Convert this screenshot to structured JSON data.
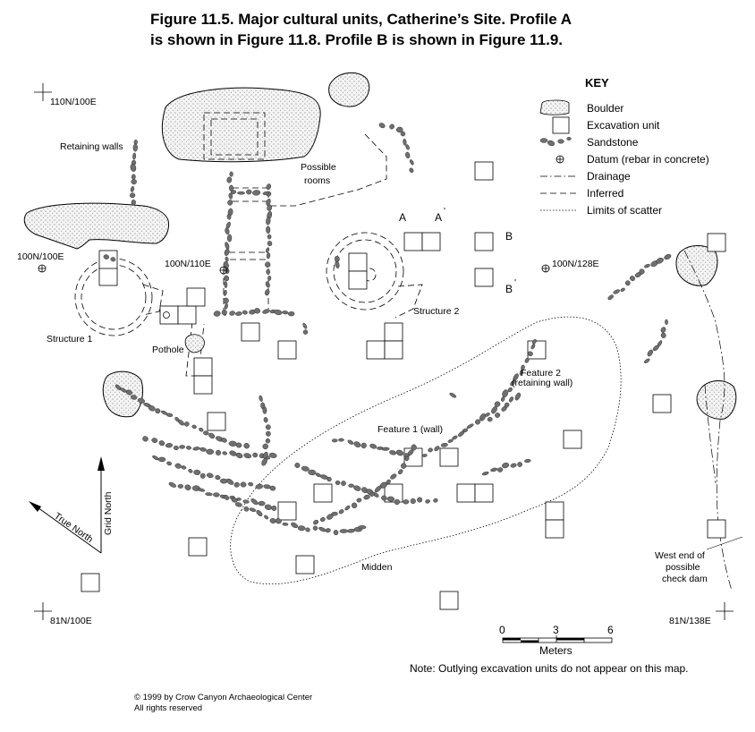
{
  "title": {
    "line1": "Figure 11.5.  Major cultural units, Catherine’s Site.  Profile A",
    "line2": "is shown in Figure 11.8.  Profile B is shown in Figure 11.9."
  },
  "key": {
    "title": "KEY",
    "items": [
      {
        "label": "Boulder",
        "symbol": "boulder"
      },
      {
        "label": "Excavation unit",
        "symbol": "square"
      },
      {
        "label": "Sandstone",
        "symbol": "sandstone"
      },
      {
        "label": "Datum (rebar in concrete)",
        "symbol": "datum"
      },
      {
        "label": "Drainage",
        "symbol": "dash-dot-line"
      },
      {
        "label": "Inferred",
        "symbol": "dashed-line"
      },
      {
        "label": "Limits of scatter",
        "symbol": "dotted-line"
      }
    ]
  },
  "grid_points": {
    "nw": "110N/100E",
    "w": "100N/100E",
    "c": "100N/110E",
    "e": "100N/128E",
    "sw": "81N/100E",
    "se": "81N/138E"
  },
  "labels": {
    "retaining_walls": "Retaining walls",
    "possible_rooms_1": "Possible",
    "possible_rooms_2": "rooms",
    "structure_1": "Structure 1",
    "structure_2": "Structure 2",
    "pothole": "Pothole",
    "feature_1": "Feature 1 (wall)",
    "feature_2_1": "Feature 2",
    "feature_2_2": "(retaining wall)",
    "midden": "Midden",
    "check_dam_1": "West end of",
    "check_dam_2": "possible",
    "check_dam_3": "check dam",
    "profile_a": "A",
    "profile_a_prime": "A",
    "prime_mark": "'",
    "profile_b": "B",
    "profile_b_prime": "B",
    "true_north": "True North",
    "grid_north": "Grid North"
  },
  "scale": {
    "ticks": [
      "0",
      "3",
      "6"
    ],
    "unit": "Meters"
  },
  "note": "Note: Outlying excavation units do not appear on this map.",
  "copyright": {
    "line1": "© 1999 by Crow Canyon Archaeological Center",
    "line2": "All rights reserved"
  },
  "colors": {
    "stone": "#6f6f6f",
    "line": "#000000",
    "boulder_fill": "#ededed"
  }
}
